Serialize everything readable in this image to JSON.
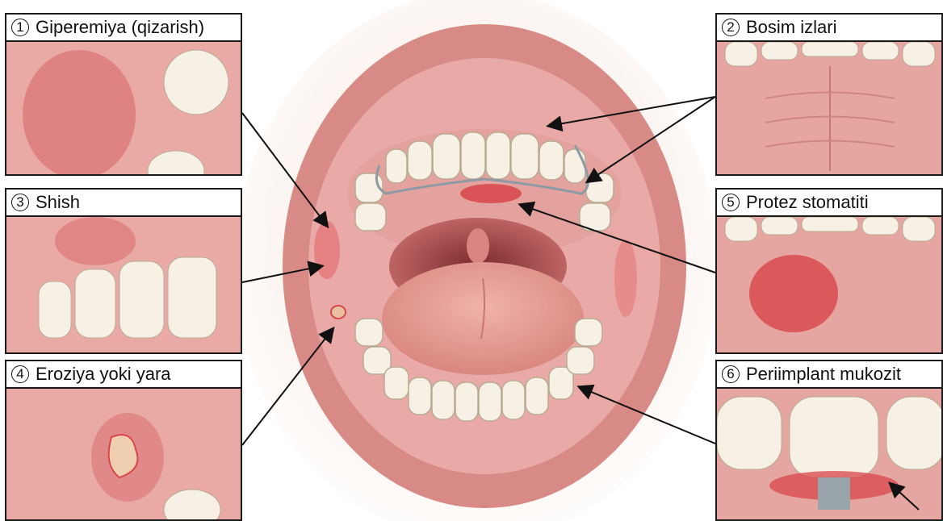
{
  "panels": [
    {
      "number": "1",
      "label": "Giperemiya (qizarish)"
    },
    {
      "number": "2",
      "label": "Bosim izlari"
    },
    {
      "number": "3",
      "label": "Shish"
    },
    {
      "number": "4",
      "label": "Eroziya yoki yara"
    },
    {
      "number": "5",
      "label": "Protez stomatiti"
    },
    {
      "number": "6",
      "label": "Periimplant mukozit"
    }
  ],
  "colors": {
    "mucosa": "#e9a9a6",
    "lips": "#d88a86",
    "lesion_red": "#d8454a",
    "tongue": "#e7a19a",
    "teeth": "#f6f1e4",
    "skin": "#f3dccd",
    "outline": "#1a1a1a"
  }
}
